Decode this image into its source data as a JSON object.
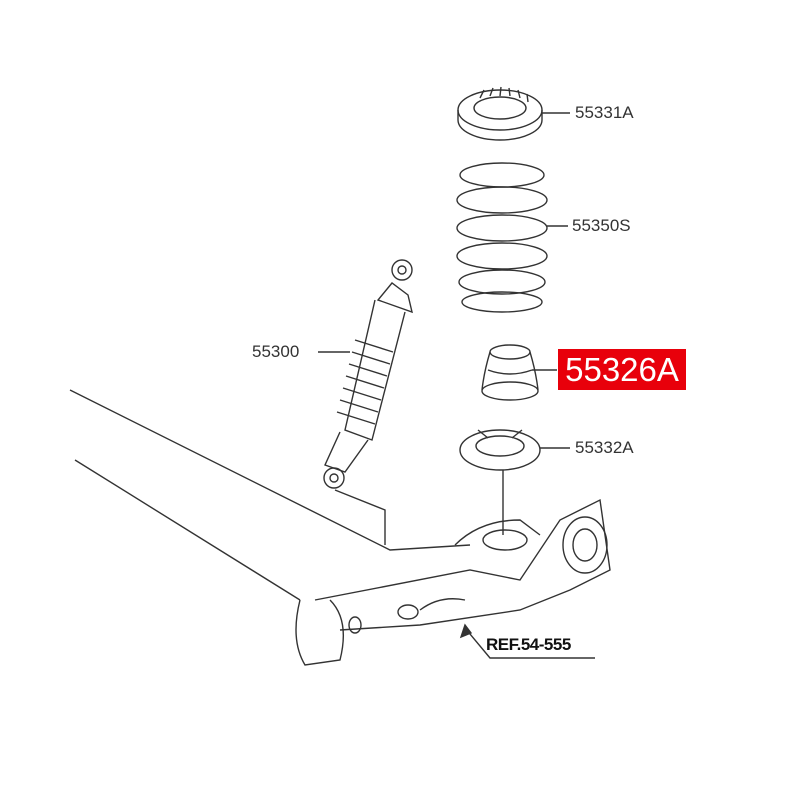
{
  "parts": {
    "upper_seat": "55331A",
    "spring": "55350S",
    "shock_absorber": "55300",
    "bump_stopper": "55326A",
    "lower_seat": "55332A"
  },
  "reference": "REF.54-555",
  "colors": {
    "highlight": "#e8000b",
    "line": "#333333"
  }
}
